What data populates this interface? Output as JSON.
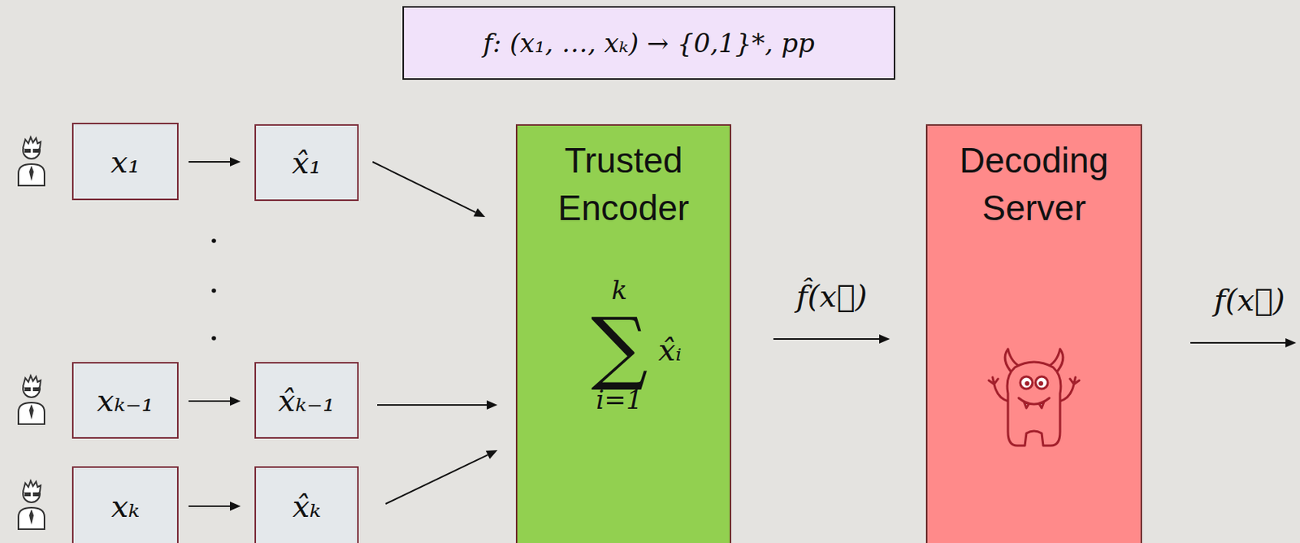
{
  "diagram": {
    "nodes": [
      {
        "text": [
          "f: (x₁, …, xₖ) → {0,1}*, pp"
        ]
      },
      {
        "text": [
          "x₁"
        ]
      },
      {
        "text": [
          "x̂₁"
        ]
      },
      {
        "text": [
          "xₖ₋₁"
        ]
      },
      {
        "text": [
          "x̂ₖ₋₁"
        ]
      },
      {
        "text": [
          "xₖ"
        ]
      },
      {
        "text": [
          "x̂ₖ"
        ]
      },
      {
        "text": [
          "Trusted Encoder",
          "k",
          "∑",
          "i=1",
          "x̂ᵢ"
        ]
      },
      {
        "text": [
          "Decoding Server"
        ]
      }
    ],
    "edges": [
      {
        "from": 1,
        "to": 2,
        "arrow": "to"
      },
      {
        "from": 2,
        "to": 7,
        "arrow": "to"
      },
      {
        "from": 3,
        "to": 4,
        "arrow": "to"
      },
      {
        "from": 4,
        "to": 7,
        "arrow": "to"
      },
      {
        "from": 5,
        "to": 6,
        "arrow": "to"
      },
      {
        "from": 6,
        "to": 7,
        "arrow": "to"
      },
      {
        "from": 7,
        "to": 8,
        "label": "f̂(x⃗)",
        "arrow": "to"
      }
    ],
    "labels": [
      "f(x⃗)"
    ]
  }
}
